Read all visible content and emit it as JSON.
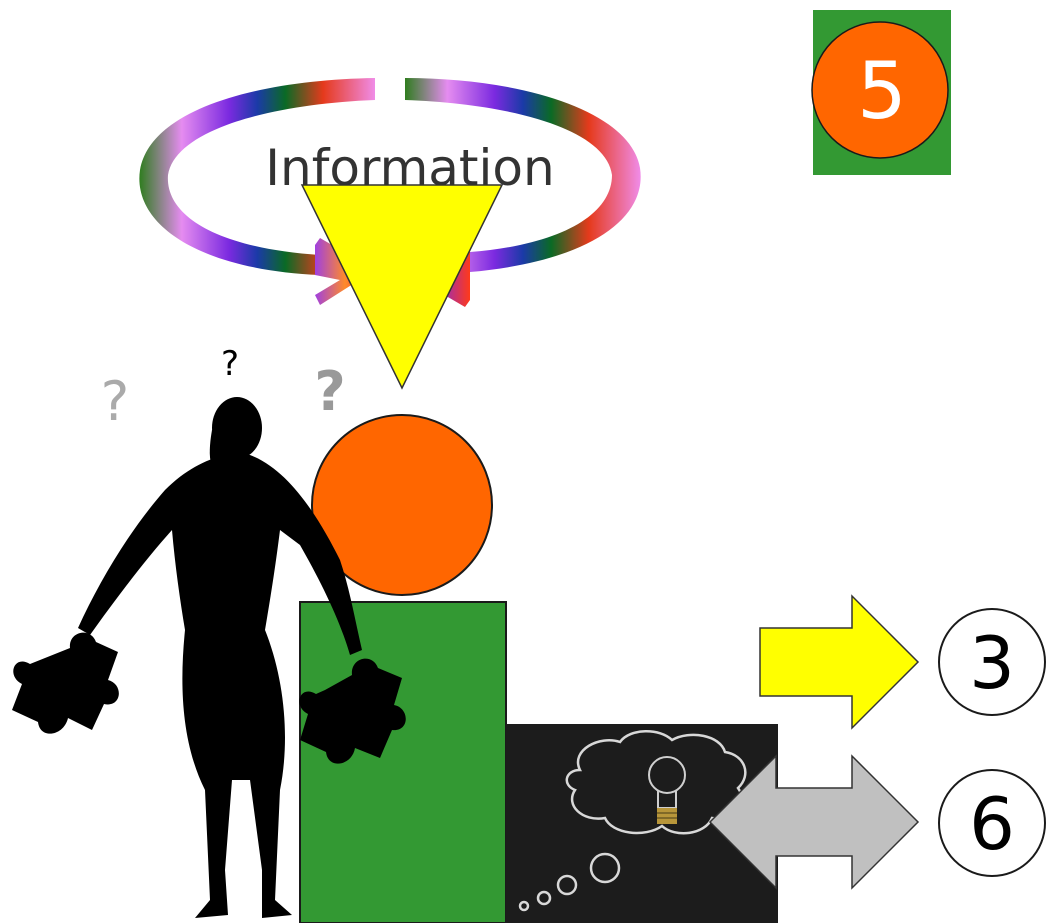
{
  "cycle": {
    "label": "Information"
  },
  "badges": {
    "top": "5",
    "right_upper": "3",
    "right_lower": "6"
  },
  "thinking": {
    "marks": [
      "?",
      "?",
      "?"
    ]
  },
  "colors": {
    "orange": "#ff6600",
    "green": "#339933",
    "yellow": "#ffff00",
    "gray": "#c0c0c0",
    "chalkboard": "#1c1c1c",
    "silhouette": "#000000"
  }
}
